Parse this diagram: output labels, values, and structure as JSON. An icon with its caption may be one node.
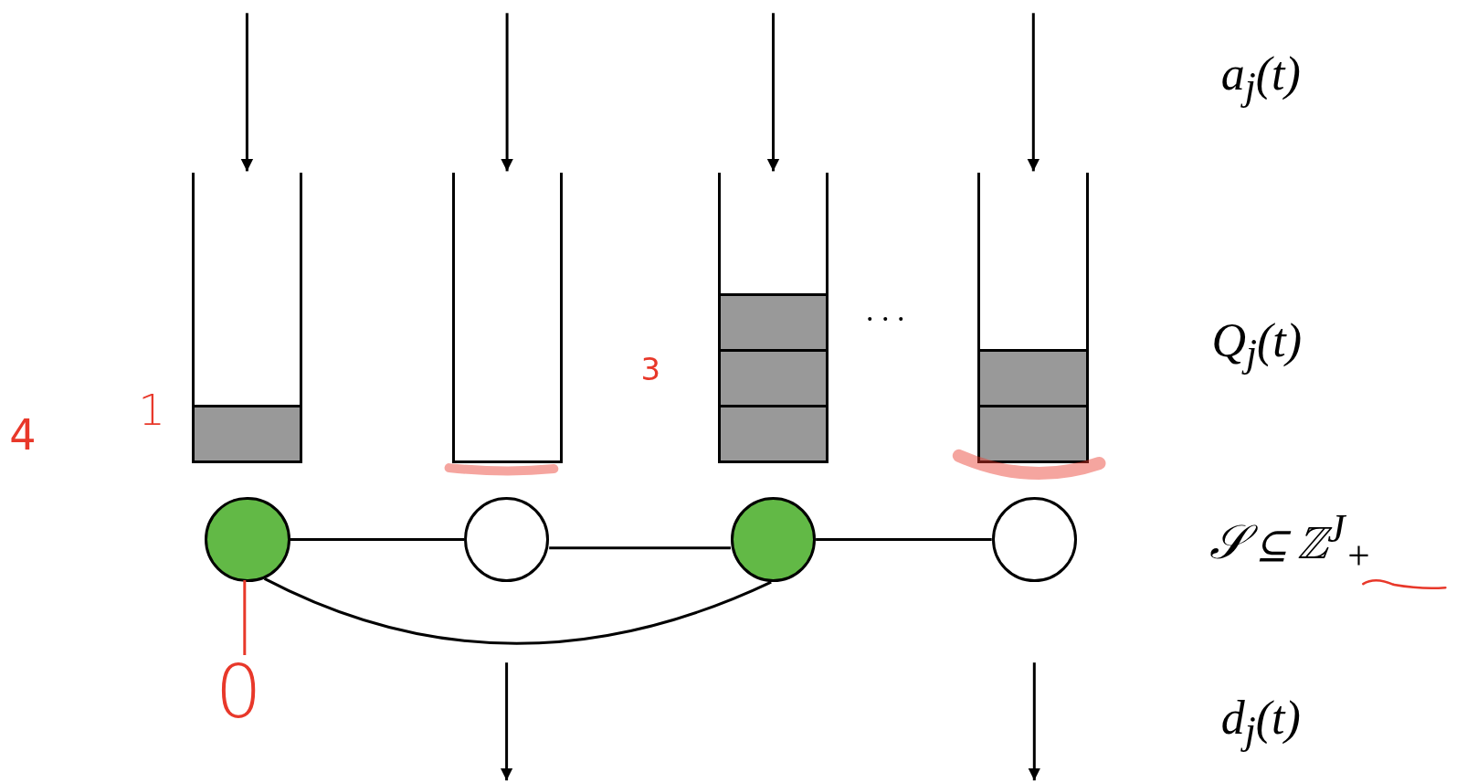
{
  "diagram": {
    "nodes": [
      {
        "text": [],
        "shape": "box"
      },
      {
        "text": [],
        "shape": "box"
      },
      {
        "text": [],
        "shape": "box"
      },
      {
        "text": [],
        "shape": "box"
      },
      {
        "text": [],
        "shape": "circle"
      },
      {
        "text": [],
        "shape": "circle"
      },
      {
        "text": [],
        "shape": "circle"
      },
      {
        "text": [],
        "shape": "circle"
      },
      {
        "text": [
          "0"
        ]
      },
      {
        "text": [],
        "shape": "box",
        "in": 0
      },
      {
        "text": [],
        "shape": "box",
        "in": 2
      },
      {
        "text": [],
        "shape": "box",
        "in": 2
      },
      {
        "text": [],
        "shape": "box",
        "in": 2
      },
      {
        "text": [],
        "shape": "box",
        "in": 3
      },
      {
        "text": [],
        "shape": "box",
        "in": 3
      }
    ],
    "edges": [
      {
        "from": null,
        "to": 0,
        "arrow": "to"
      },
      {
        "from": null,
        "to": 1,
        "arrow": "to"
      },
      {
        "from": null,
        "to": 2,
        "arrow": "to"
      },
      {
        "from": null,
        "to": 3,
        "arrow": "to"
      },
      {
        "from": 4,
        "to": 5,
        "arrow": "none"
      },
      {
        "from": 5,
        "to": 6,
        "arrow": "none"
      },
      {
        "from": 6,
        "to": 7,
        "arrow": "none"
      },
      {
        "from": 4,
        "to": 6,
        "arrow": "none"
      },
      {
        "from": 4,
        "to": 8,
        "arrow": "none",
        "color": "#e8382a"
      }
    ],
    "labels": [
      "a$_{j}$(t)",
      "· · ·",
      "Q$_{j}$(t)",
      "3",
      "1",
      "4",
      "𝒮 ⊆ ℤ$^{J}$$_{+}$",
      "d$_{j}$(t)"
    ]
  }
}
